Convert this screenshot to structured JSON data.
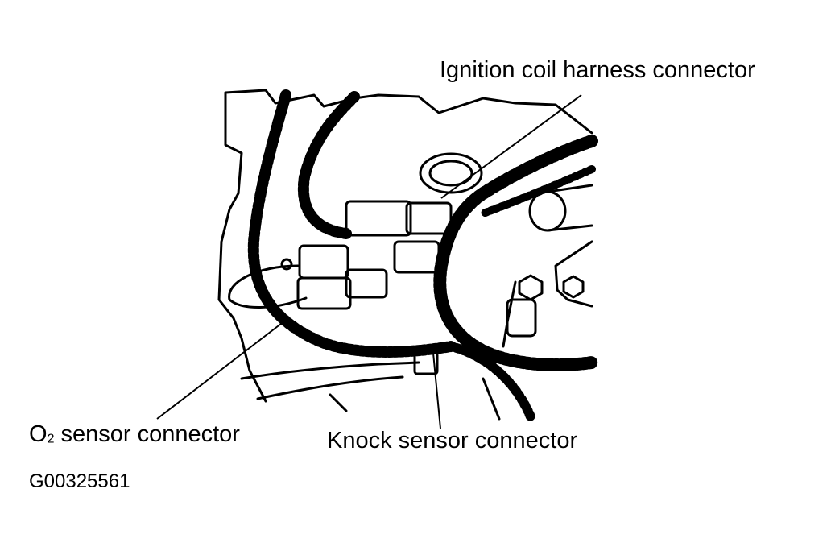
{
  "labels": {
    "ignition_coil": "Ignition coil harness connector",
    "o2_prefix": "O",
    "o2_subscript": "2",
    "o2_suffix": " sensor connector",
    "knock_sensor": "Knock sensor connector"
  },
  "figure_id": "G00325561"
}
